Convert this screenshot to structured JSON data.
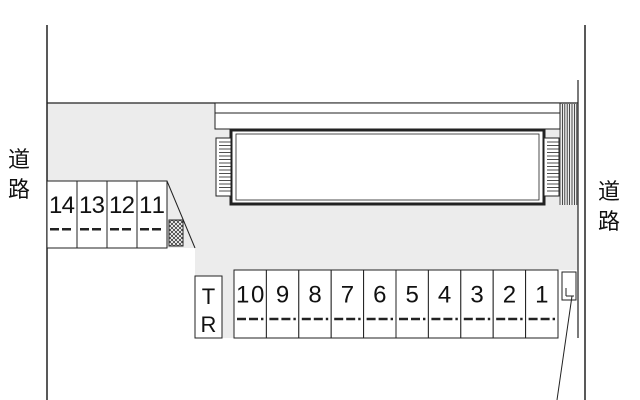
{
  "roads": {
    "left": {
      "line1": "道",
      "line2": "路"
    },
    "right": {
      "line1": "道",
      "line2": "路"
    }
  },
  "parking": {
    "upper_row": [
      "14",
      "13",
      "12",
      "11"
    ],
    "lower_row": [
      "10",
      "9",
      "8",
      "7",
      "6",
      "5",
      "4",
      "3",
      "2",
      "1"
    ],
    "trash": {
      "top": "T",
      "bottom": "R"
    }
  },
  "colors": {
    "lot_fill": "#ececec",
    "line": "#222222",
    "building_fill": "#ffffff"
  }
}
